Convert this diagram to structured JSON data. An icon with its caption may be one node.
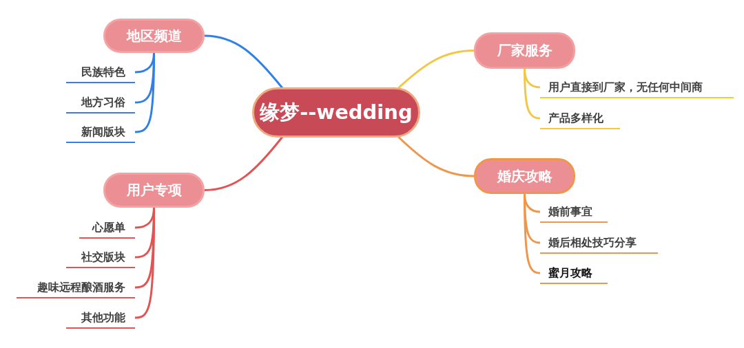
{
  "diagram": {
    "nodes": [
      {
        "text": [
          "缘梦--wedding"
        ]
      },
      {
        "text": [
          "地区频道"
        ]
      },
      {
        "text": [
          "民族特色"
        ]
      },
      {
        "text": [
          "地方习俗"
        ]
      },
      {
        "text": [
          "新闻版块"
        ]
      },
      {
        "text": [
          "用户专项"
        ]
      },
      {
        "text": [
          "心愿单"
        ]
      },
      {
        "text": [
          "社交版块"
        ]
      },
      {
        "text": [
          "趣味远程酿酒服务"
        ]
      },
      {
        "text": [
          "其他功能"
        ]
      },
      {
        "text": [
          "厂家服务"
        ]
      },
      {
        "text": [
          "用户直接到厂家，无任何中间商"
        ]
      },
      {
        "text": [
          "产品多样化"
        ]
      },
      {
        "text": [
          "婚庆攻略"
        ]
      },
      {
        "text": [
          "婚前事宜"
        ]
      },
      {
        "text": [
          "婚后相处技巧分享"
        ]
      },
      {
        "text": [
          "蜜月攻略"
        ]
      }
    ],
    "edges": [
      {
        "from": 0,
        "to": 1,
        "arrow": "none",
        "color": "#3080e8"
      },
      {
        "from": 1,
        "to": 2,
        "arrow": "none",
        "color": "#3080e8"
      },
      {
        "from": 1,
        "to": 3,
        "arrow": "none",
        "color": "#3080e8"
      },
      {
        "from": 1,
        "to": 4,
        "arrow": "none",
        "color": "#3080e8"
      },
      {
        "from": 0,
        "to": 5,
        "arrow": "none",
        "color": "#e25353"
      },
      {
        "from": 5,
        "to": 6,
        "arrow": "none",
        "color": "#e25353"
      },
      {
        "from": 5,
        "to": 7,
        "arrow": "none",
        "color": "#e25353"
      },
      {
        "from": 5,
        "to": 8,
        "arrow": "none",
        "color": "#e25353"
      },
      {
        "from": 5,
        "to": 9,
        "arrow": "none",
        "color": "#e25353"
      },
      {
        "from": 0,
        "to": 10,
        "arrow": "none",
        "color": "#f2c744"
      },
      {
        "from": 10,
        "to": 11,
        "arrow": "none",
        "color": "#f2c744"
      },
      {
        "from": 10,
        "to": 12,
        "arrow": "none",
        "color": "#f2c744"
      },
      {
        "from": 0,
        "to": 13,
        "arrow": "none",
        "color": "#f0964a"
      },
      {
        "from": 13,
        "to": 14,
        "arrow": "none",
        "color": "#f0964a"
      },
      {
        "from": 13,
        "to": 15,
        "arrow": "none",
        "color": "#f0964a"
      },
      {
        "from": 13,
        "to": 16,
        "arrow": "none",
        "color": "#f0964a"
      }
    ]
  }
}
